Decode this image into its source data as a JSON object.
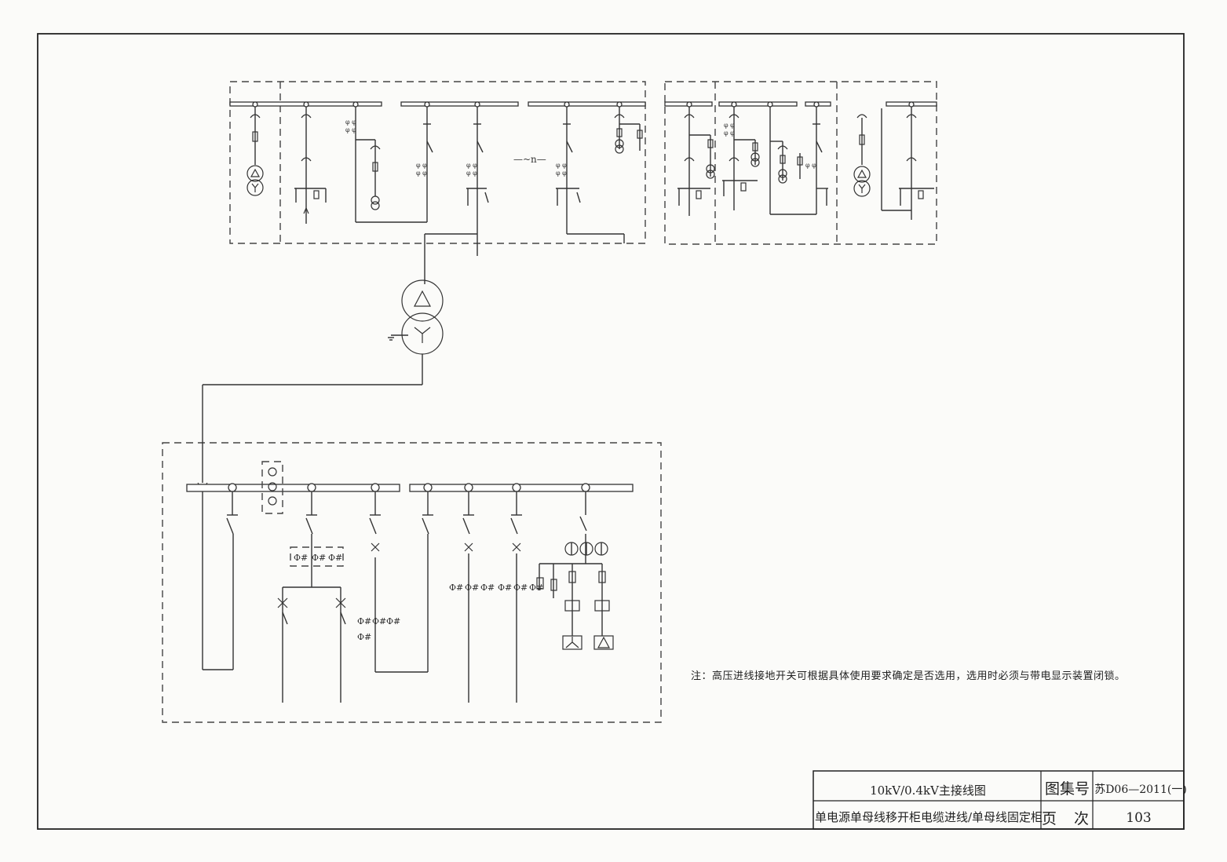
{
  "diagram": {
    "type": "single-line electrical main wiring diagram",
    "tilde_n_label": "—~n—",
    "ct_label": "Φ#"
  },
  "note": {
    "text": "注：高压进线接地开关可根据具体使用要求确定是否选用，选用时必须与带电显示装置闭锁。"
  },
  "title_block": {
    "title_line1": "10kV/0.4kV主接线图",
    "title_line2": "单电源单母线移开柜电缆进线/单母线固定柜",
    "atlas_label": "图集号",
    "atlas_value": "苏D06—2011(一)",
    "page_label": "页 次",
    "page_value": "103"
  },
  "colors": {
    "ink": "#333333",
    "paper": "#fbfbf9"
  }
}
